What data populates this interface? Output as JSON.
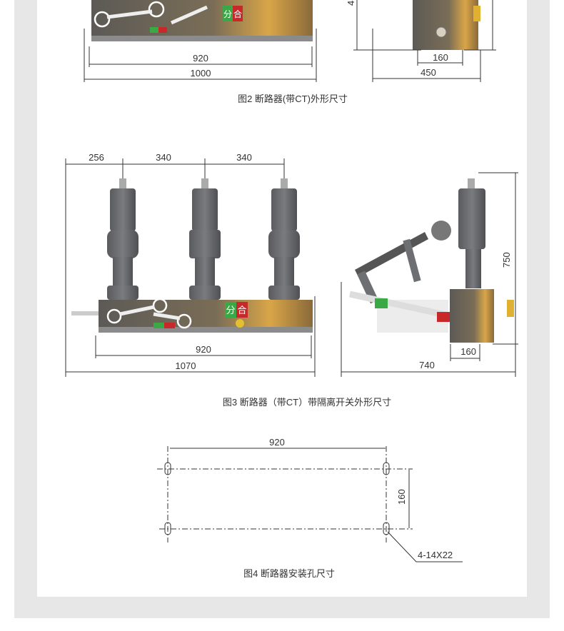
{
  "figure2": {
    "caption": "图2 断路器(带CT)外形尺寸",
    "dims": {
      "inner_width": "920",
      "total_width": "1000",
      "side_mount": "160",
      "side_depth": "450",
      "height_partial": "4"
    },
    "panel_labels": {
      "open": "分",
      "close": "合"
    }
  },
  "figure3": {
    "caption": "图3 断路器（带CT）带隔离开关外形尺寸",
    "dims": {
      "edge_to_pole": "256",
      "pole_spacing_1": "340",
      "pole_spacing_2": "340",
      "inner_width": "920",
      "total_width": "1070",
      "side_depth": "740",
      "side_mount": "160",
      "height": "750"
    },
    "panel_labels": {
      "open": "分",
      "close": "合"
    }
  },
  "figure4": {
    "caption": "图4 断路器安装孔尺寸",
    "dims": {
      "hole_spacing_x": "920",
      "hole_spacing_y": "160",
      "hole_spec": "4-14X22"
    }
  },
  "colors": {
    "frame": "#e7e7e7",
    "insulator": "#6e6f72",
    "body": "#8a7a5c",
    "green": "#3aa844",
    "red": "#c8282a"
  }
}
